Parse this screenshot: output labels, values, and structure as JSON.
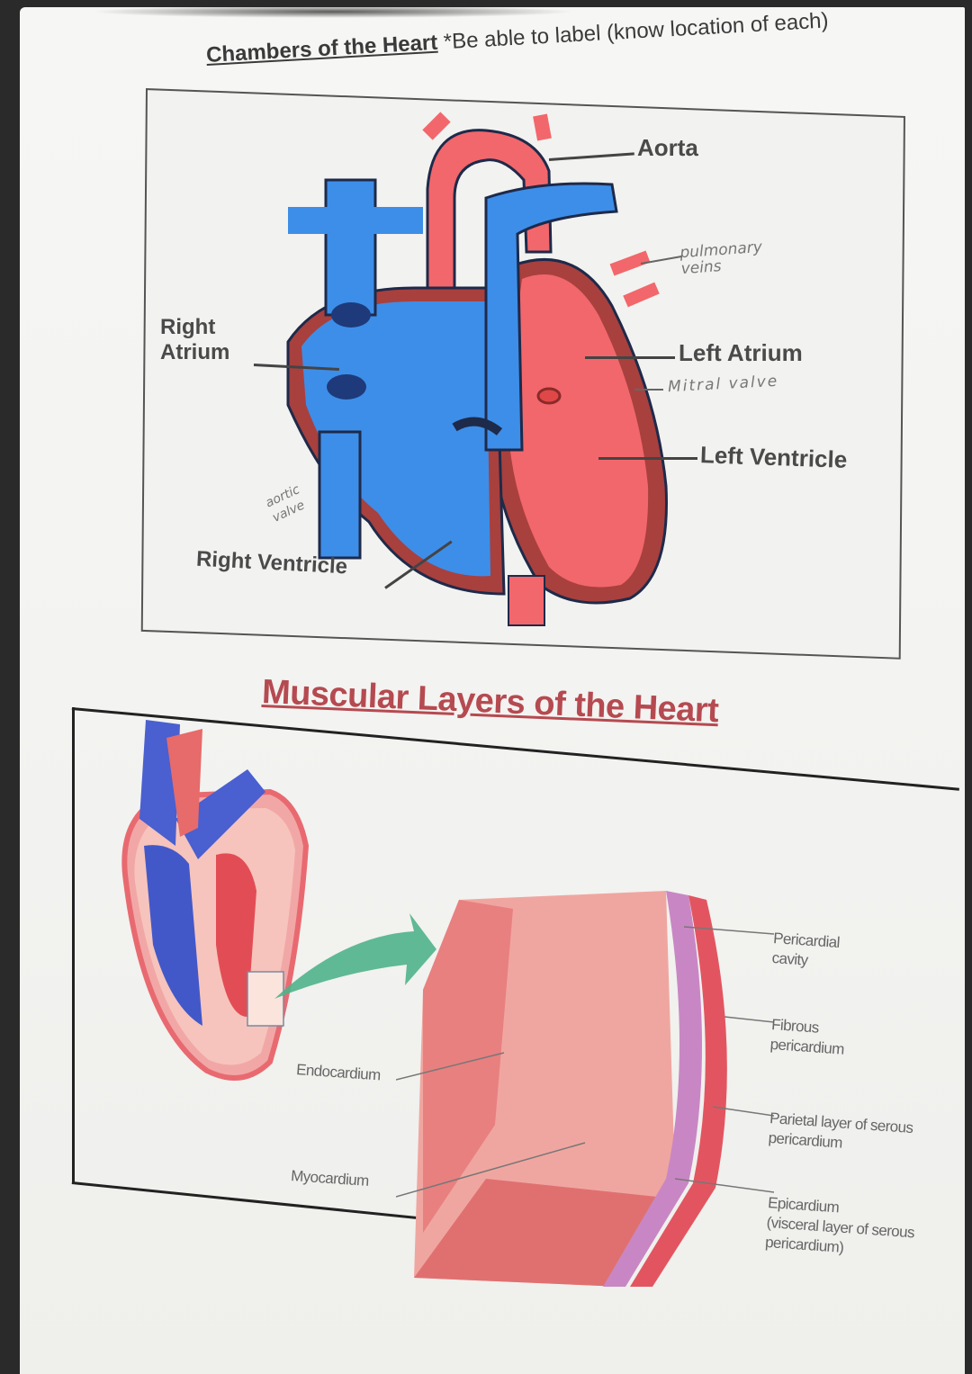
{
  "section1": {
    "title": "Chambers of the Heart",
    "subtitle": "*Be able to label (know location of each)",
    "labels": {
      "aorta": "Aorta",
      "pulmonary_veins": "pulmonary veins",
      "left_atrium": "Left Atrium",
      "mitral_valve": "Mitral valve",
      "left_ventricle": "Left Ventricle",
      "right_atrium_line1": "Right",
      "right_atrium_line2": "Atrium",
      "aortic_valve_line1": "aortic",
      "aortic_valve_line2": "valve",
      "right_ventricle": "Right Ventricle"
    },
    "colors": {
      "oxygenated": "#f2676b",
      "deoxygenated": "#3d8ee8",
      "wall": "#a8403e",
      "outline": "#1e2a4a"
    }
  },
  "section2": {
    "title": "Muscular Layers of the Heart",
    "title_color": "#b54a50",
    "labels": {
      "endocardium": "Endocardium",
      "myocardium": "Myocardium",
      "pericardial_cavity_l1": "Pericardial",
      "pericardial_cavity_l2": "cavity",
      "fibrous_l1": "Fibrous",
      "fibrous_l2": "pericardium",
      "parietal_l1": "Parietal layer of serous",
      "parietal_l2": "pericardium",
      "epicardium_l1": "Epicardium",
      "epicardium_l2": "(visceral layer of serous",
      "epicardium_l3": "pericardium)"
    },
    "colors": {
      "muscle": "#f0a6a0",
      "muscle_dark": "#e0706e",
      "pericardium": "#c887c4",
      "fibrous": "#e25560",
      "arrow": "#4fb38a"
    }
  }
}
